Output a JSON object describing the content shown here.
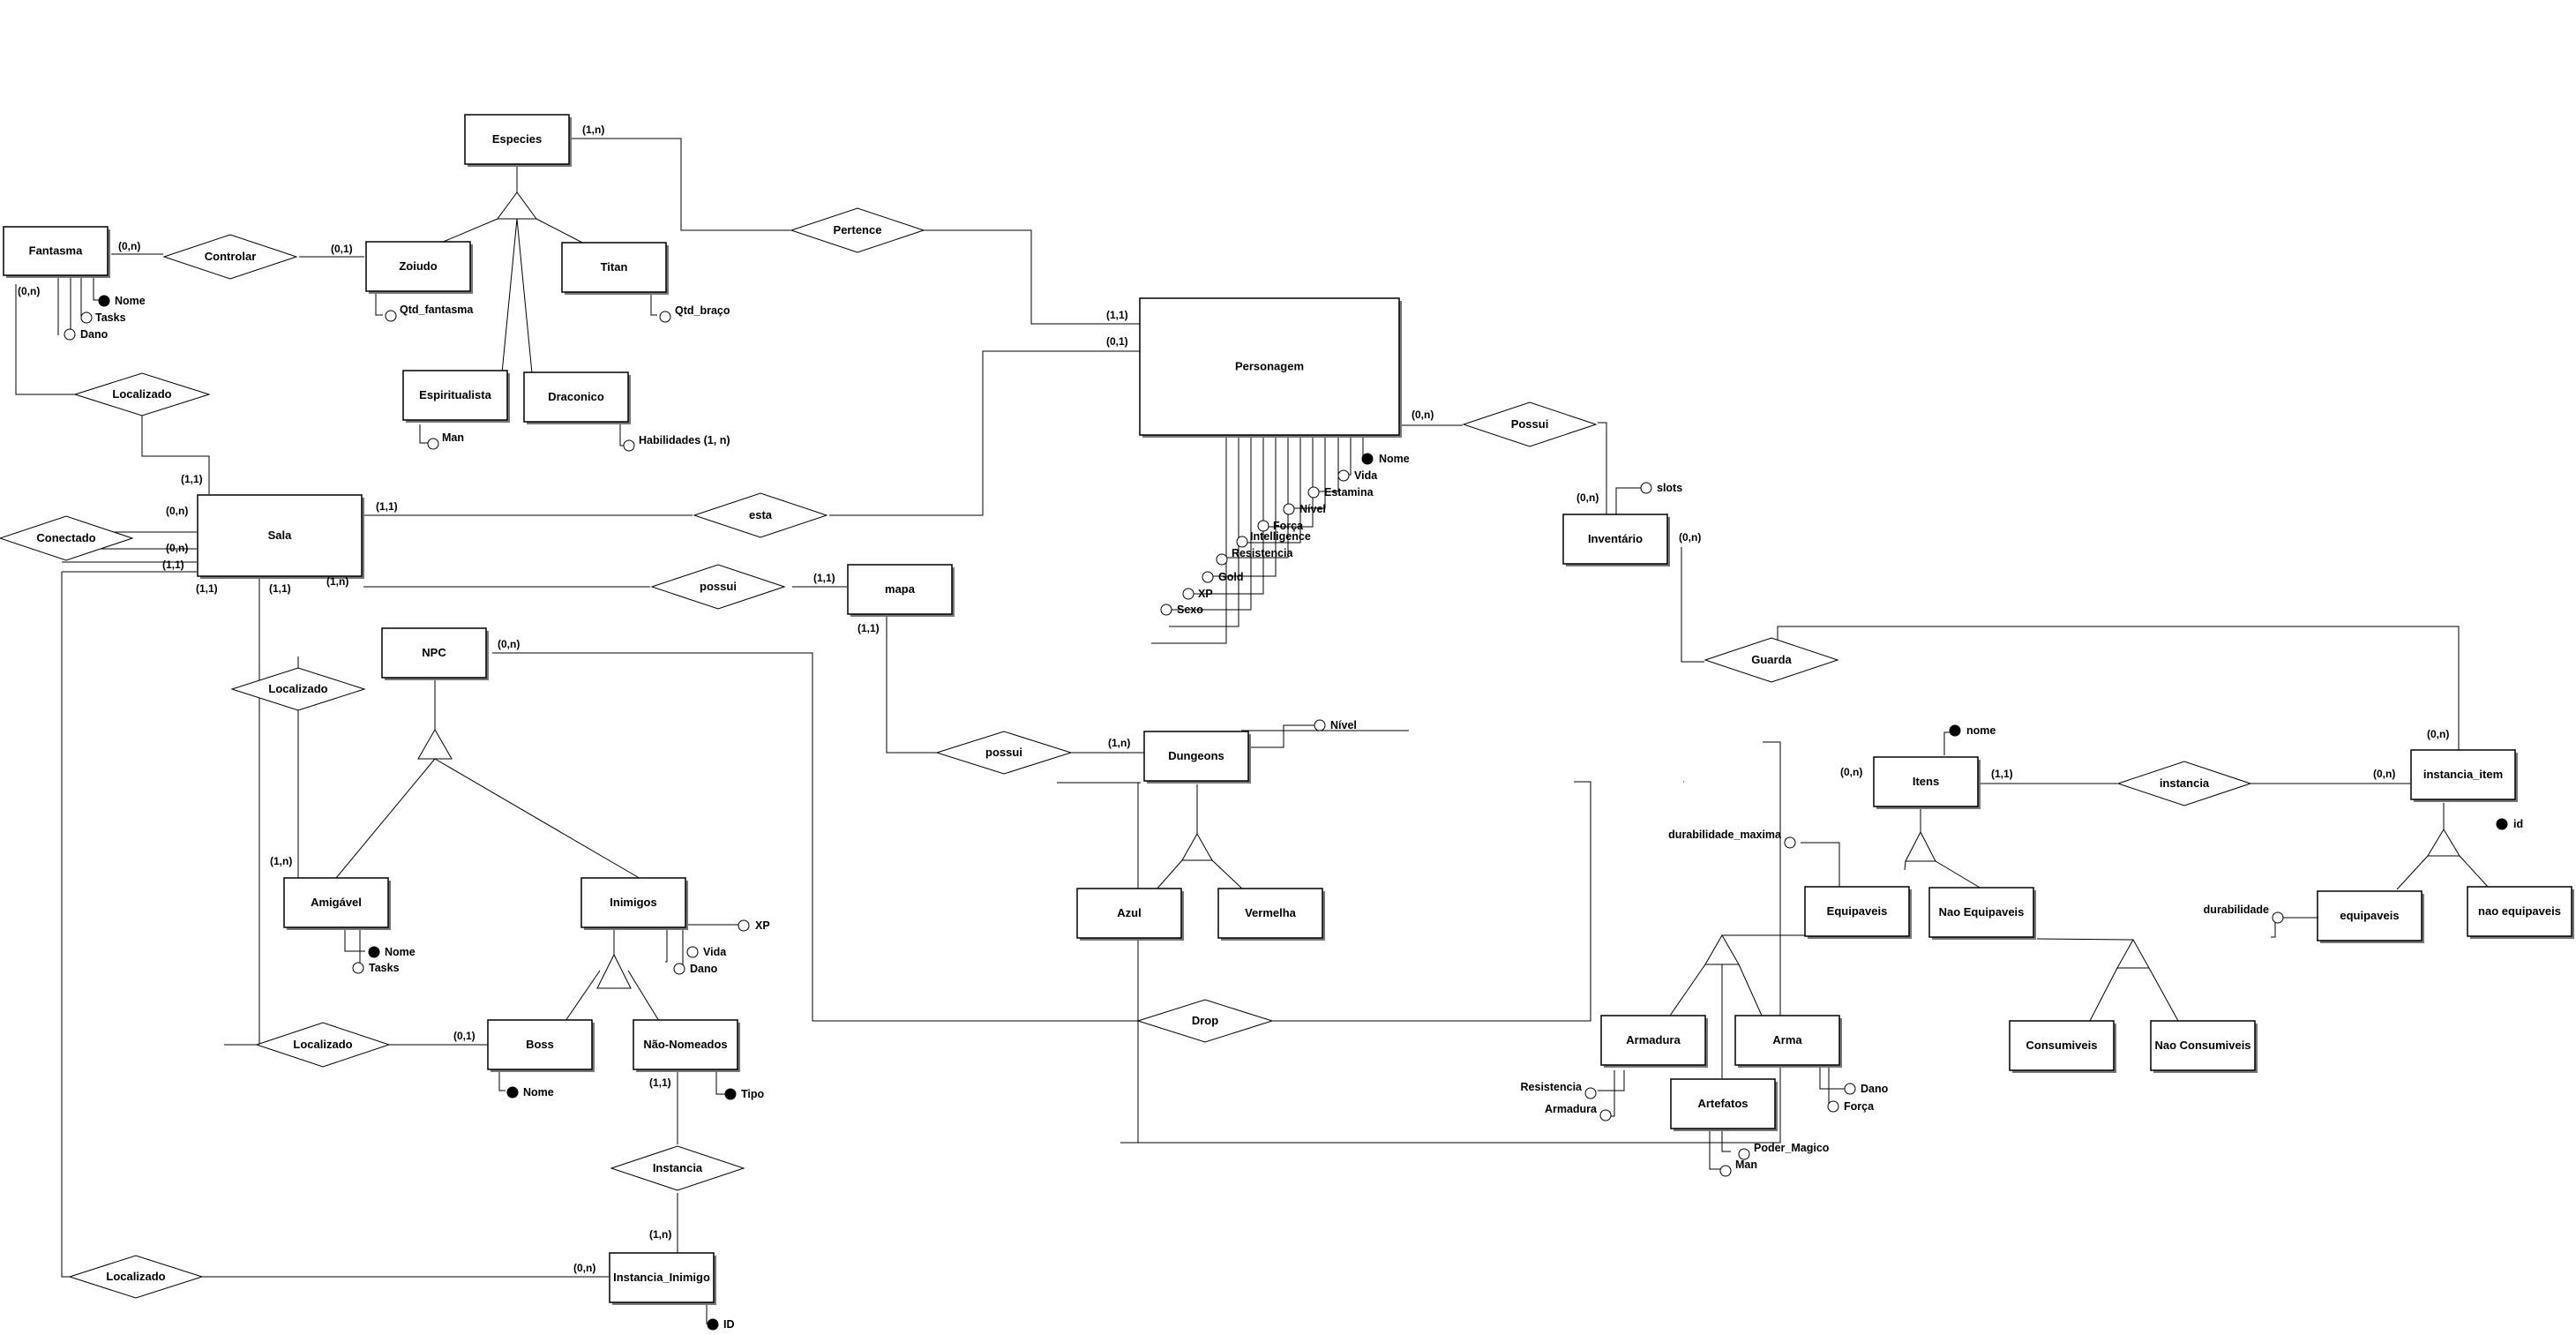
{
  "entities": {
    "especies": "Especies",
    "fantasma": "Fantasma",
    "zoiudo": "Zoiudo",
    "titan": "Titan",
    "espiritualista": "Espiritualista",
    "draconico": "Draconico",
    "personagem": "Personagem",
    "sala": "Sala",
    "mapa": "mapa",
    "npc": "NPC",
    "inventario": "Inventário",
    "dungeons": "Dungeons",
    "azul": "Azul",
    "vermelha": "Vermelha",
    "amigavel": "Amigável",
    "inimigos": "Inimigos",
    "boss": "Boss",
    "nao_nomeados": "Não-Nomeados",
    "instancia_inimigo": "Instancia_Inimigo",
    "itens": "Itens",
    "instancia_item": "instancia_item",
    "equipaveis": "Equipaveis",
    "nao_equipaveis": "Nao Equipaveis",
    "equipaveis2": "equipaveis",
    "nao_equipaveis2": "nao equipaveis",
    "armadura": "Armadura",
    "arma": "Arma",
    "artefatos": "Artefatos",
    "consumiveis": "Consumiveis",
    "nao_consumiveis": "Nao Consumiveis"
  },
  "relationships": {
    "controlar": "Controlar",
    "pertence": "Pertence",
    "localizado_fantasma": "Localizado",
    "possui_inventario": "Possui",
    "esta": "esta",
    "conectado": "Conectado",
    "possui_mapa": "possui",
    "localizado_npc": "Localizado",
    "guarda": "Guarda",
    "possui_dungeons": "possui",
    "instancia_item": "instancia",
    "localizado_boss": "Localizado",
    "drop": "Drop",
    "instancia_inimigo": "Instancia",
    "localizado_instancia": "Localizado"
  },
  "attributes": {
    "fantasma_nome": "Nome",
    "fantasma_tasks": "Tasks",
    "fantasma_dano": "Dano",
    "zoiudo_qtd": "Qtd_fantasma",
    "titan_qtd": "Qtd_braço",
    "espiritualista_man": "Man",
    "draconico_hab": "Habilidades (1, n)",
    "pers_nome": "Nome",
    "pers_vida": "Vida",
    "pers_estamina": "Estamina",
    "pers_nivel": "Nível",
    "pers_forca": "Força",
    "pers_intel": "Intelligence",
    "pers_resist": "Resistencia",
    "pers_gold": "Gold",
    "pers_xp": "XP",
    "pers_sexo": "Sexo",
    "inv_slots": "slots",
    "dung_nivel": "Nível",
    "itens_nome": "nome",
    "inst_item_id": "id",
    "equip_durab": "durabilidade_maxima",
    "equip2_durab": "durabilidade",
    "amigavel_nome": "Nome",
    "amigavel_tasks": "Tasks",
    "inimigos_xp": "XP",
    "inimigos_vida": "Vida",
    "inimigos_dano": "Dano",
    "boss_nome": "Nome",
    "nn_tipo": "Tipo",
    "inst_inimigo_id": "ID",
    "armadura_resist": "Resistencia",
    "armadura_armadur": "Armadura",
    "arma_dano": "Dano",
    "arma_forca": "Força",
    "artefatos_poder": "Poder_Magico",
    "artefatos_man": "Man"
  },
  "cardinalities": {
    "especies_pertence": "(1,n)",
    "fantasma_controlar": "(0,n)",
    "zoiudo_controlar": "(0,1)",
    "fantasma_localizado": "(0,n)",
    "pers_pertence": "(1,1)",
    "pers_esta": "(0,1)",
    "pers_possui": "(0,n)",
    "sala_localizado_f": "(1,1)",
    "sala_esta": "(1,1)",
    "sala_con1": "(0,n)",
    "sala_con2": "(0,n)",
    "sala_con3": "(1,1)",
    "sala_inst": "(1,1)",
    "sala_npc": "(1,1)",
    "sala_possui": "(1,n)",
    "mapa_possui": "(1,1)",
    "mapa_dung": "(1,1)",
    "inv_possui": "(0,n)",
    "inv_guarda": "(0,n)",
    "npc_drop": "(0,n)",
    "dung_possui": "(1,n)",
    "itens_drop": "(0,n)",
    "itens_inst": "(1,1)",
    "inst_item_inst": "(0,n)",
    "inst_item_guarda": "(0,n)",
    "amigavel_loc": "(1,n)",
    "boss_loc": "(0,1)",
    "nn_inst": "(1,1)",
    "inst_inimigo_inst": "(1,n)",
    "inst_inimigo_loc": "(0,n)"
  }
}
